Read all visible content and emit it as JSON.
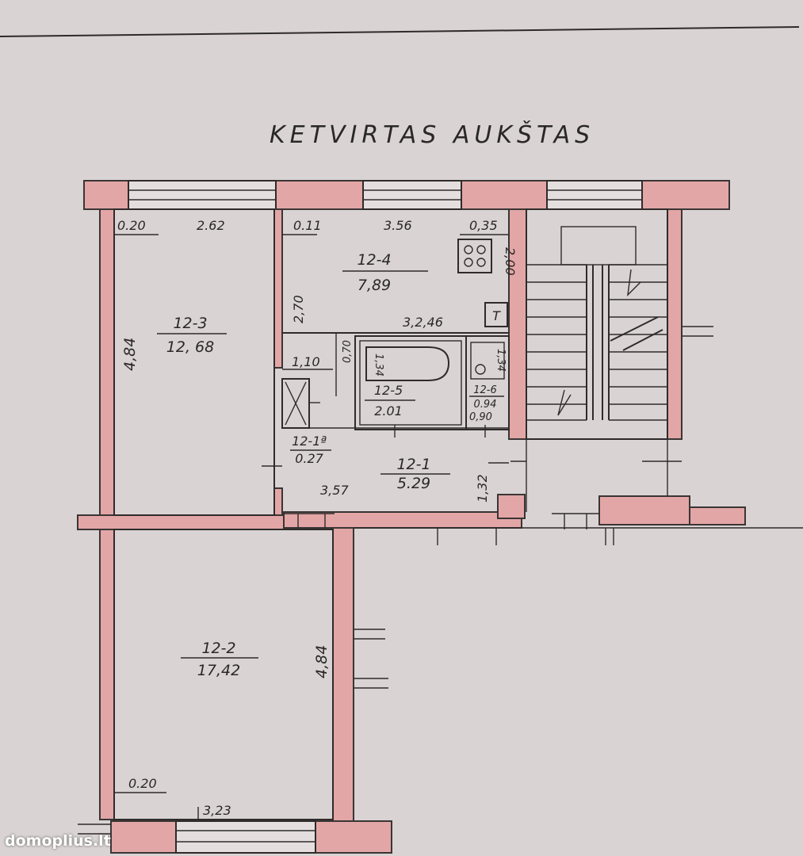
{
  "title": "KETVIRTAS AUKŠTAS",
  "rooms": [
    {
      "id": "12-3",
      "area": "12, 68"
    },
    {
      "id": "12-4",
      "area": "7,89"
    },
    {
      "id": "12-5",
      "area": "2.01"
    },
    {
      "id": "12-6",
      "area": "0.94"
    },
    {
      "id": "12-1a",
      "label": "12-1ª",
      "area": "0.27"
    },
    {
      "id": "12-1",
      "area": "5.29"
    },
    {
      "id": "12-2",
      "area": "17,42"
    }
  ],
  "dimensions": {
    "d_020_top": "0.20",
    "d_262": "2.62",
    "d_011": "0.11",
    "d_356": "3.56",
    "d_035": "0,35",
    "d_200": "2,00",
    "d_270": "2,70",
    "d_484_left": "4,84",
    "d_3246": "3,2,46",
    "d_070": "0,70",
    "d_110": "1,10",
    "d_134_bath": "1,34",
    "d_134_wc": "1,34",
    "d_090": "0,90",
    "d_357": "3,57",
    "d_132": "1,32",
    "d_484_bottom": "4,84",
    "d_020_bottom": "0.20",
    "d_323": "3,23"
  },
  "symbols": {
    "stove": "stove-icon",
    "fridge_label": "T",
    "bathtub": "bathtub-icon",
    "sink": "sink-icon",
    "closet": "cabinet-icon"
  },
  "watermark": "domoplius.lt",
  "colors": {
    "wall_fill": "#e3a6a6",
    "paper": "#d9d4d3",
    "ink": "#2a2727"
  }
}
